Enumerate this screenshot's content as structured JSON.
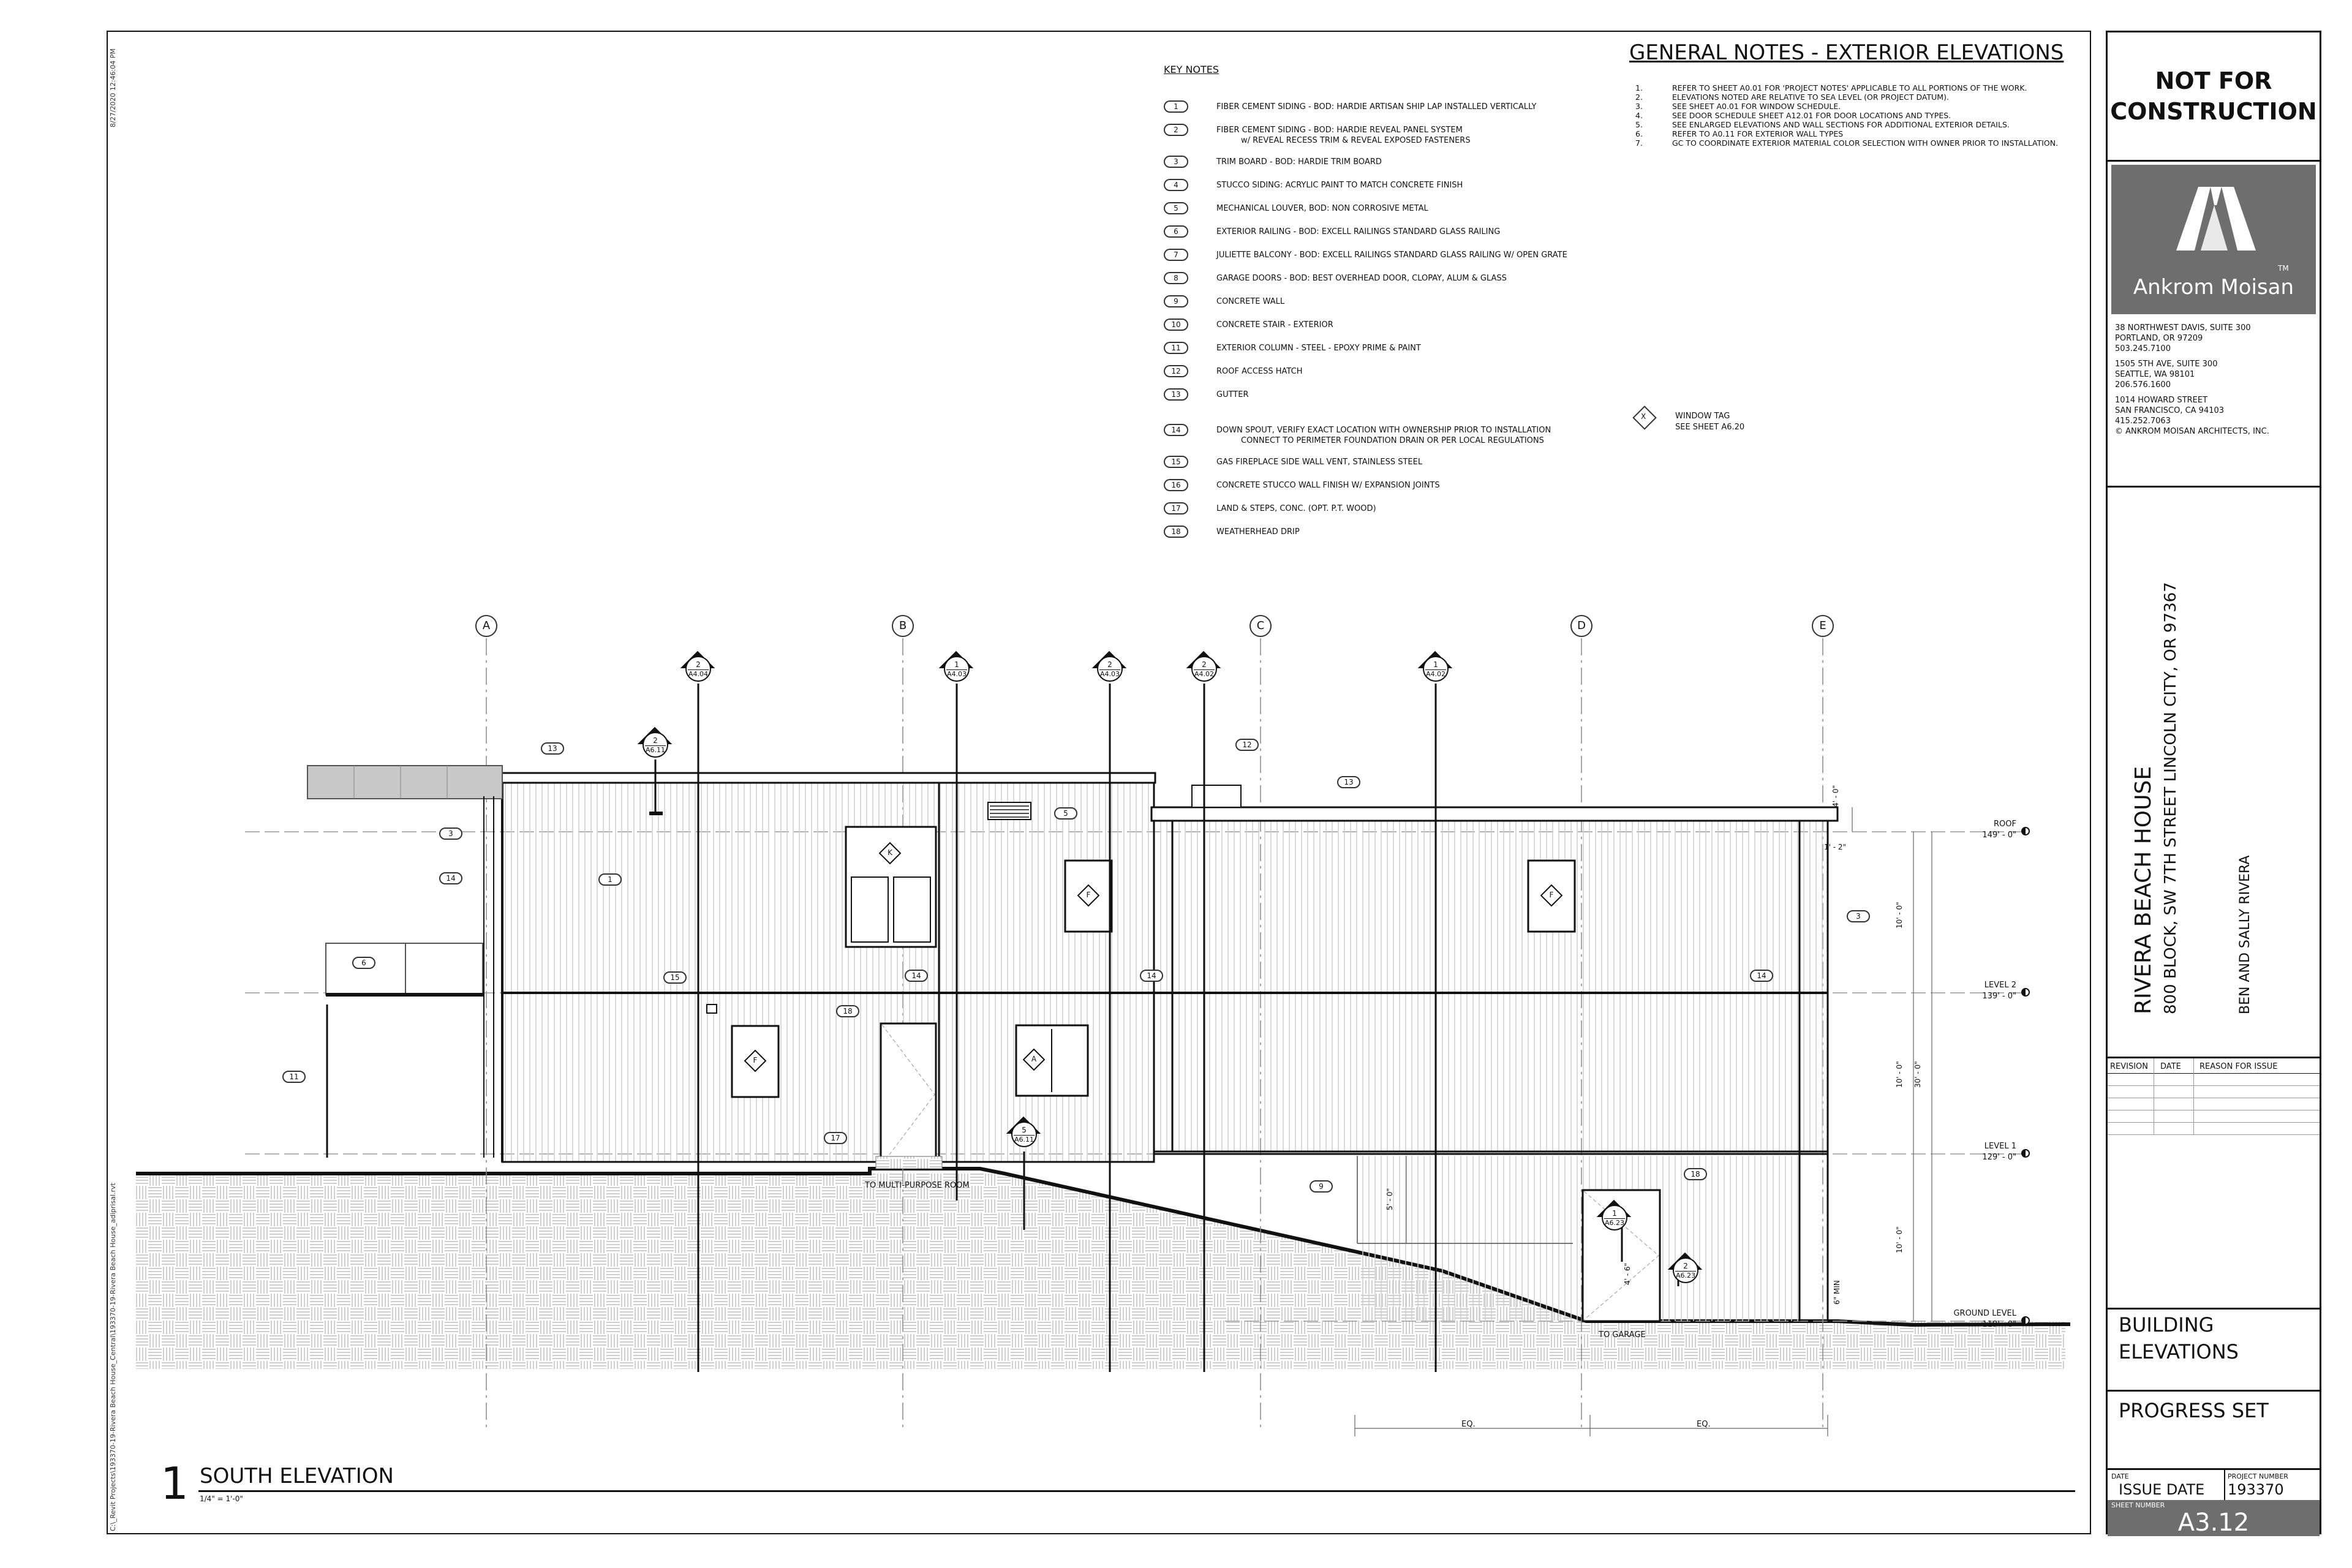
{
  "side_text": {
    "date_stamp": "8/27/2020 12:46:04 PM",
    "file_path": "C:\\_Revit Projects\\193370-19-Rivera Beach House_Central\\193370-19-Rivera Beach House_adiprisal.rvt"
  },
  "key_notes": {
    "title": "KEY NOTES",
    "items": [
      {
        "num": "1",
        "text": "FIBER CEMENT SIDING - BOD:  HARDIE ARTISAN SHIP LAP INSTALLED VERTICALLY",
        "text2": ""
      },
      {
        "num": "2",
        "text": "FIBER CEMENT SIDING - BOD:  HARDIE REVEAL PANEL SYSTEM",
        "text2": "w/ REVEAL RECESS TRIM & REVEAL EXPOSED FASTENERS"
      },
      {
        "num": "3",
        "text": "TRIM BOARD - BOD:  HARDIE TRIM BOARD",
        "text2": ""
      },
      {
        "num": "4",
        "text": "STUCCO SIDING: ACRYLIC PAINT TO MATCH CONCRETE FINISH",
        "text2": ""
      },
      {
        "num": "5",
        "text": "MECHANICAL LOUVER, BOD: NON CORROSIVE METAL",
        "text2": ""
      },
      {
        "num": "6",
        "text": "EXTERIOR RAILING - BOD: EXCELL RAILINGS STANDARD GLASS RAILING",
        "text2": ""
      },
      {
        "num": "7",
        "text": "JULIETTE BALCONY - BOD: EXCELL RAILINGS STANDARD GLASS RAILING W/ OPEN GRATE",
        "text2": ""
      },
      {
        "num": "8",
        "text": "GARAGE DOORS - BOD:  BEST OVERHEAD DOOR, CLOPAY, ALUM & GLASS",
        "text2": ""
      },
      {
        "num": "9",
        "text": "CONCRETE WALL",
        "text2": ""
      },
      {
        "num": "10",
        "text": "CONCRETE STAIR - EXTERIOR",
        "text2": ""
      },
      {
        "num": "11",
        "text": "EXTERIOR COLUMN - STEEL - EPOXY PRIME & PAINT",
        "text2": ""
      },
      {
        "num": "12",
        "text": "ROOF ACCESS HATCH",
        "text2": ""
      },
      {
        "num": "13",
        "text": "GUTTER",
        "text2": ""
      },
      {
        "num": "14",
        "text": "DOWN SPOUT, VERIFY EXACT LOCATION WITH OWNERSHIP PRIOR TO INSTALLATION",
        "text2": "CONNECT TO PERIMETER FOUNDATION DRAIN OR PER LOCAL REGULATIONS"
      },
      {
        "num": "15",
        "text": "GAS FIREPLACE SIDE WALL VENT, STAINLESS STEEL",
        "text2": ""
      },
      {
        "num": "16",
        "text": "CONCRETE STUCCO WALL FINISH W/ EXPANSION JOINTS",
        "text2": ""
      },
      {
        "num": "17",
        "text": "LAND & STEPS, CONC. (OPT. P.T. WOOD)",
        "text2": ""
      },
      {
        "num": "18",
        "text": "WEATHERHEAD DRIP",
        "text2": ""
      }
    ]
  },
  "general_notes": {
    "title": "GENERAL NOTES - EXTERIOR ELEVATIONS",
    "items": [
      {
        "num": "1.",
        "text": "REFER TO SHEET A0.01 FOR 'PROJECT NOTES' APPLICABLE TO ALL PORTIONS OF THE WORK."
      },
      {
        "num": "2.",
        "text": "ELEVATIONS NOTED ARE RELATIVE TO SEA LEVEL (OR PROJECT DATUM)."
      },
      {
        "num": "3.",
        "text": "SEE SHEET A0.01 FOR WINDOW SCHEDULE."
      },
      {
        "num": "4.",
        "text": "SEE DOOR SCHEDULE SHEET A12.01 FOR DOOR LOCATIONS AND TYPES."
      },
      {
        "num": "5.",
        "text": "SEE ENLARGED ELEVATIONS AND WALL SECTIONS FOR ADDITIONAL EXTERIOR DETAILS."
      },
      {
        "num": "6.",
        "text": "REFER TO A0.11 FOR EXTERIOR WALL TYPES"
      },
      {
        "num": "7.",
        "text": "GC TO COORDINATE EXTERIOR MATERIAL COLOR SELECTION WITH OWNER PRIOR TO INSTALLATION."
      }
    ]
  },
  "window_tag": {
    "symbol": "X",
    "line1": "WINDOW TAG",
    "line2": "SEE SHEET A6.20"
  },
  "grid": [
    "A",
    "B",
    "C",
    "D",
    "E"
  ],
  "levels": [
    {
      "name": "ROOF",
      "elev": "149' - 0\""
    },
    {
      "name": "LEVEL 2",
      "elev": "139' - 0\""
    },
    {
      "name": "LEVEL 1",
      "elev": "129' - 0\""
    },
    {
      "name": "GROUND LEVEL",
      "elev": "119' - 0\""
    }
  ],
  "section_tags": [
    {
      "num": "2",
      "sheet": "A4.04"
    },
    {
      "num": "1",
      "sheet": "A4.03"
    },
    {
      "num": "2",
      "sheet": "A4.03"
    },
    {
      "num": "2",
      "sheet": "A4.02"
    },
    {
      "num": "1",
      "sheet": "A4.02"
    },
    {
      "num": "2",
      "sheet": "A6.11"
    },
    {
      "num": "5",
      "sheet": "A6.11"
    },
    {
      "num": "1",
      "sheet": "A6.23"
    },
    {
      "num": "2",
      "sheet": "A6.23"
    }
  ],
  "window_tags": [
    "K",
    "F",
    "F",
    "F",
    "A"
  ],
  "callouts": [
    "13",
    "12",
    "13",
    "5",
    "3",
    "14",
    "1",
    "6",
    "15",
    "14",
    "14",
    "14",
    "3",
    "18",
    "11",
    "17",
    "9",
    "18"
  ],
  "dimensions": {
    "d1": "4' - 0\"",
    "d2": "1' - 2\"",
    "d3": "10' - 0\"",
    "d4": "10' - 0\"",
    "d5": "30' - 0\"",
    "d6": "10' - 0\"",
    "d7": "5' - 0\"",
    "d8": "4' - 6\"",
    "d9": "6\" MIN",
    "eq1": "EQ.",
    "eq2": "EQ."
  },
  "annotations": {
    "to_mpr": "TO MULTI-PURPOSE ROOM",
    "to_garage": "TO GARAGE"
  },
  "view": {
    "number": "1",
    "title": "SOUTH ELEVATION",
    "scale": "1/4\" = 1'-0\""
  },
  "title_block": {
    "not_for_line1": "NOT FOR",
    "not_for_line2": "CONSTRUCTION",
    "firm": "Ankrom Moisan",
    "tm": "TM",
    "address": [
      "38 NORTHWEST DAVIS, SUITE 300",
      "PORTLAND, OR 97209",
      "503.245.7100",
      "",
      "1505 5TH AVE, SUITE 300",
      "SEATTLE, WA  98101",
      "206.576.1600",
      "",
      "1014 HOWARD STREET",
      "SAN FRANCISCO, CA 94103",
      "415.252.7063",
      "© ANKROM MOISAN ARCHITECTS, INC."
    ],
    "project_name": "RIVERA BEACH HOUSE",
    "project_address": "800 BLOCK, SW 7TH STREET LINCOLN CITY, OR 97367",
    "client": "BEN AND SALLY RIVERA",
    "rev_headers": [
      "REVISION",
      "DATE",
      "REASON FOR ISSUE"
    ],
    "sheet_title_line1": "BUILDING",
    "sheet_title_line2": "ELEVATIONS",
    "issue_set": "PROGRESS SET",
    "date_label": "DATE",
    "issue_date": "ISSUE DATE",
    "project_number_label": "PROJECT NUMBER",
    "project_number": "193370",
    "sheet_number_label": "SHEET NUMBER",
    "sheet_number": "A3.12"
  }
}
